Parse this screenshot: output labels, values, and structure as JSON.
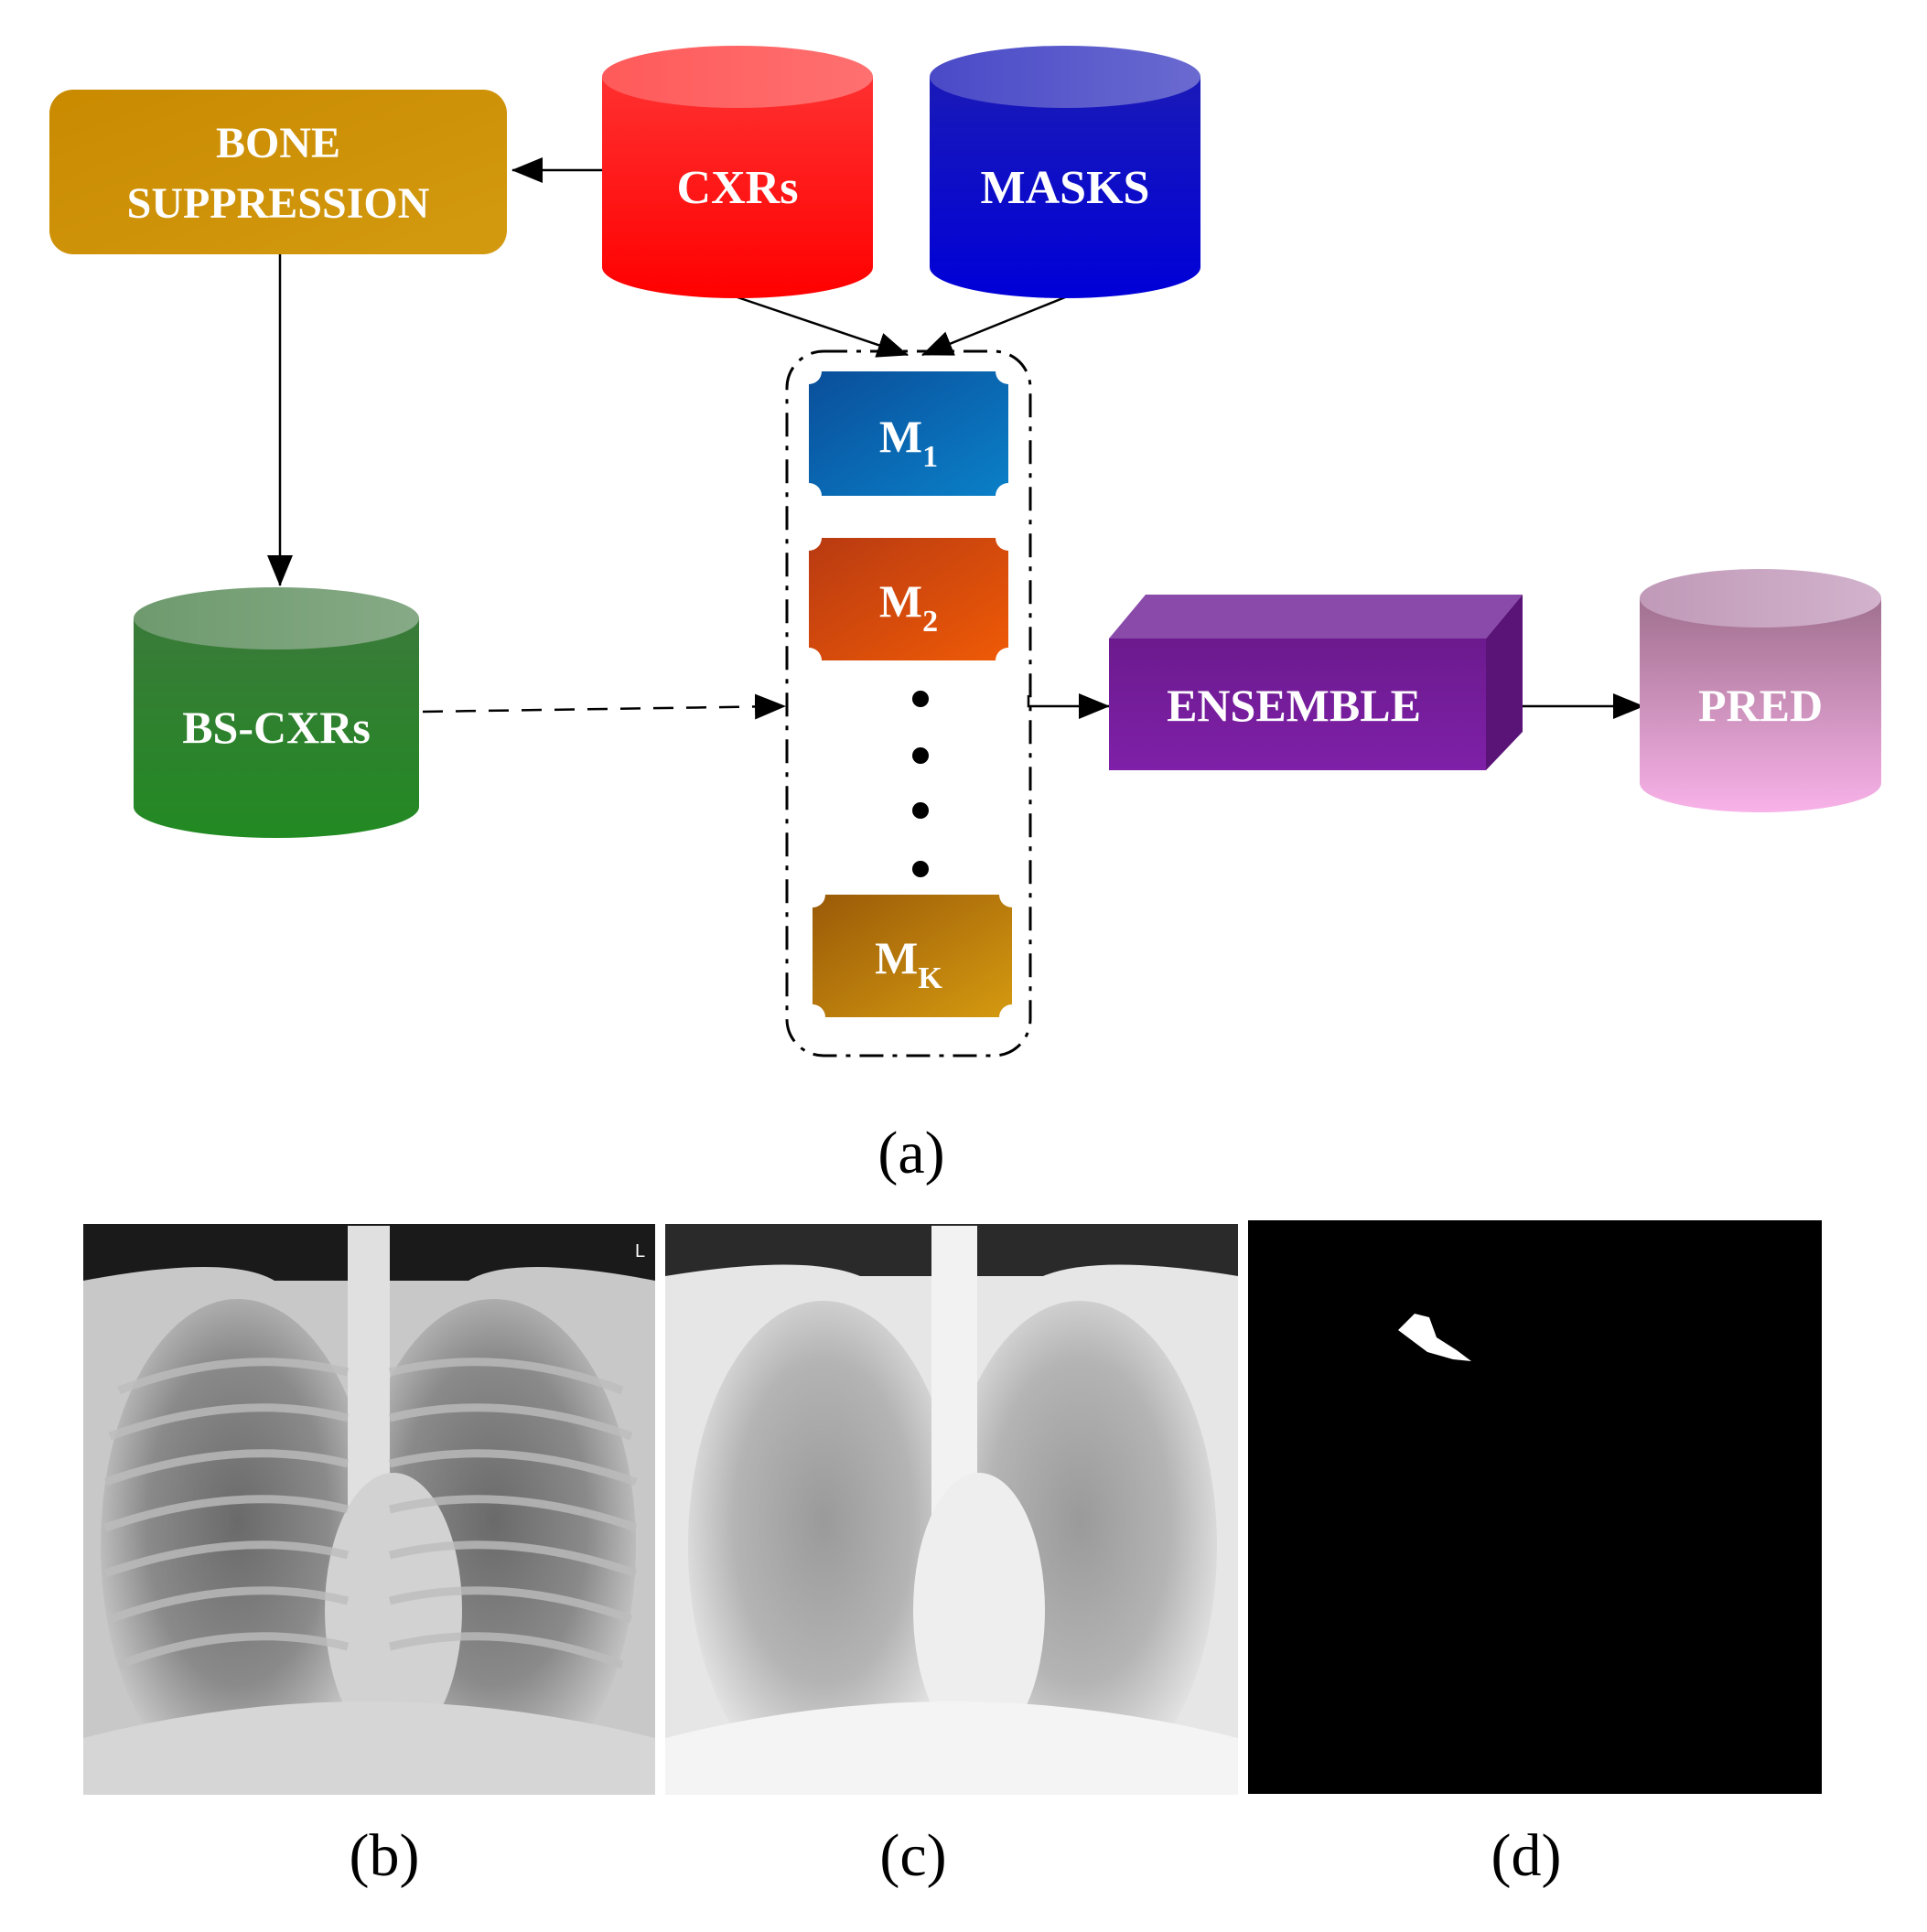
{
  "nodes": {
    "bone_suppression": {
      "line1": "BONE",
      "line2": "SUPPRESSION",
      "color": "#cc8f00"
    },
    "cxrs": {
      "label": "CXRs",
      "color": "#ff0000"
    },
    "masks": {
      "label": "MASKS",
      "color": "#0000c0"
    },
    "bs_cxrs": {
      "label": "BS-CXRs",
      "color": "#2e8b2e"
    },
    "ensemble": {
      "label": "ENSEMBLE",
      "color": "#7a1fa0"
    },
    "pred": {
      "label": "PRED",
      "color": "#e8a0d8"
    }
  },
  "models": [
    {
      "name": "M",
      "sub": "1",
      "color": "#0a6fb8"
    },
    {
      "name": "M",
      "sub": "2",
      "color": "#d8470a"
    },
    {
      "name": "M",
      "sub": "K",
      "color": "#b07a08"
    }
  ],
  "captions": {
    "a": "(a)",
    "b": "(b)",
    "c": "(c)",
    "d": "(d)"
  },
  "xray_marker": "L"
}
